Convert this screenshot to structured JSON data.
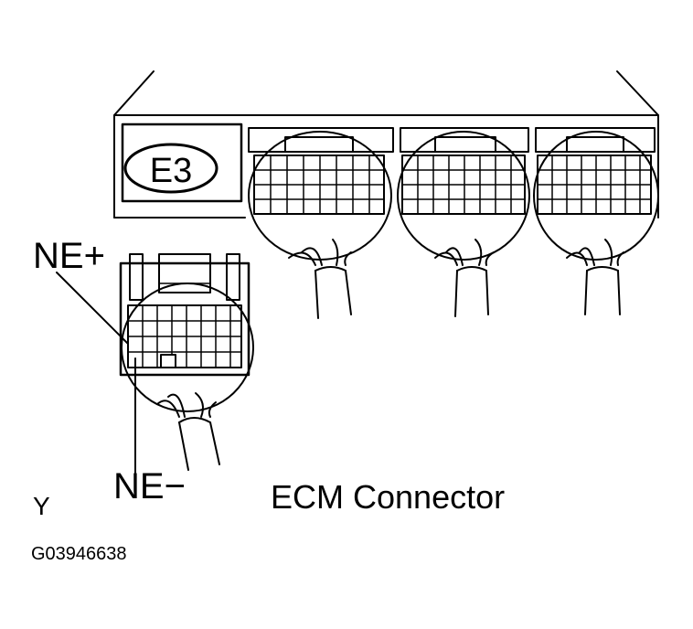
{
  "diagram": {
    "caption": "ECM Connector",
    "connector_id": "E3",
    "pin_labels": {
      "ne_plus": "NE+",
      "ne_minus": "NE−"
    },
    "corner_mark": "Y",
    "figure_code": "G03946638",
    "colors": {
      "ink": "#000000",
      "paper": "#ffffff"
    }
  }
}
